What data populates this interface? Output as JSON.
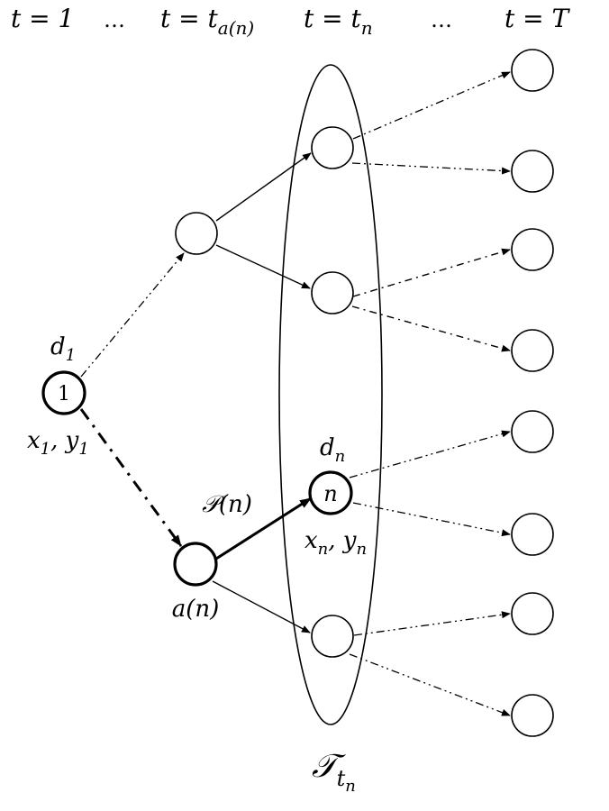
{
  "header": {
    "t1": "t = 1",
    "dots1": "…",
    "ta": "t = t",
    "ta_sub": "a(n)",
    "tn": "t = t",
    "tn_sub": "n",
    "dots2": "…",
    "tT": "t = T"
  },
  "root": {
    "label": "1",
    "demand": "d",
    "demand_sub": "1",
    "decision": "x",
    "decision_sub": "1",
    "decision2": ", y",
    "decision2_sub": "1"
  },
  "ancestor": {
    "label": "a(n)"
  },
  "path": {
    "label": "𝒫(n)"
  },
  "node_n": {
    "label": "n",
    "demand": "d",
    "demand_sub": "n",
    "decision": "x",
    "decision_sub": "n",
    "decision2": ", y",
    "decision2_sub": "n"
  },
  "stage_set": {
    "label": "𝒯",
    "sub": "t",
    "subsub": "n"
  }
}
